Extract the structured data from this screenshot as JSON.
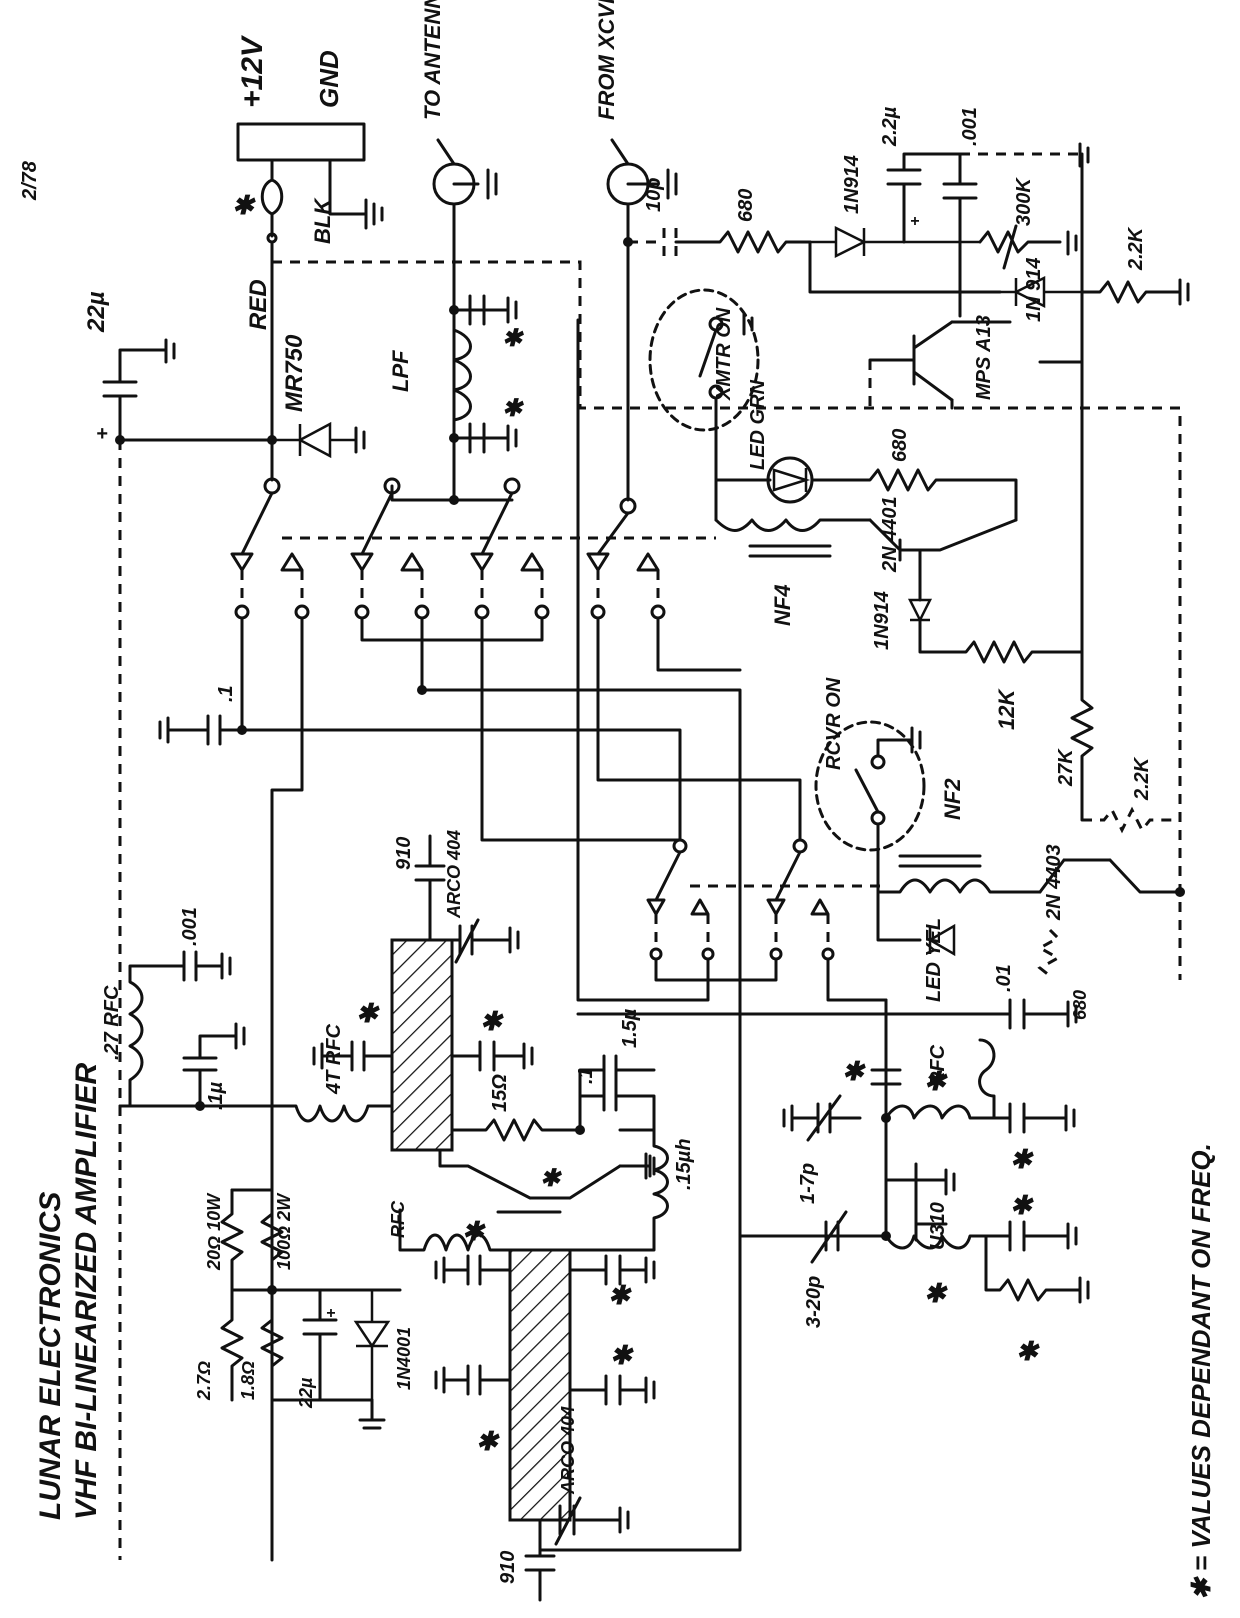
{
  "page_number": "2/78",
  "title_line1": "LUNAR ELECTRONICS",
  "title_line2": "VHF BI-LINEARIZED AMPLIFIER",
  "footnote": "✱ = VALUES DEPENDANT ON FREQ.",
  "power": {
    "plus_label": "+12V",
    "gnd_label": "GND",
    "red": "RED",
    "blk": "BLK"
  },
  "connectors": {
    "antenna": "TO ANTENNA",
    "xcvr": "FROM XCVR"
  },
  "components": {
    "c_22u_top": "22µ",
    "d_mr750": "MR750",
    "lpf": "LPF",
    "c_10p": "10p",
    "r_680_a": "680",
    "d_1n914_a": "1N914",
    "c_22u_b": "2.2µ",
    "c_001_a": ".001",
    "r_300k": "300K",
    "r_22k_a": "2.2K",
    "d_1n914_b": "1N 914",
    "q_mps": "MPS A13",
    "xmtr_sw": "XMTR ON",
    "led_grn": "LED GRN",
    "r_680_b": "680",
    "q_2n4401": "2N 4401",
    "k_nf4": "NF4",
    "d_1n914_c": "1N914",
    "r_12k": "12K",
    "r_27k": "27K",
    "r_22k_b": "2.2K",
    "rcvr_sw": "RCVR ON",
    "k_nf2": "NF2",
    "q_2n4403": "2N 4403",
    "r_680_c": "680",
    "led_yel": "LED YEL",
    "c_01": ".01",
    "c_1_a": ".1",
    "c_910_a": "910",
    "arco_a": "ARCO 404",
    "rfc_27": ".27 RFC",
    "c_001_b": ".001",
    "c_1u": ".1µ",
    "rfc_4t": "4T RFC",
    "r_15": "15Ω",
    "c_1_b": ".1",
    "c_15u": "1.5µ",
    "l_15u": ".15µh",
    "c_1_7p": "1-7p",
    "rfc_b": "RFC",
    "r_20": "20Ω 10W",
    "r_100": "100Ω 2W",
    "r_27": "2.7Ω",
    "r_18": "1.8Ω",
    "c_22u_c": "22µ",
    "d_1n4001": "1N4001",
    "rfc_c": "RFC",
    "arco_b": "ARCO 404",
    "c_910_b": "910",
    "c_3_20p": "3-20p",
    "q_u310": "U310",
    "star": "✱"
  }
}
